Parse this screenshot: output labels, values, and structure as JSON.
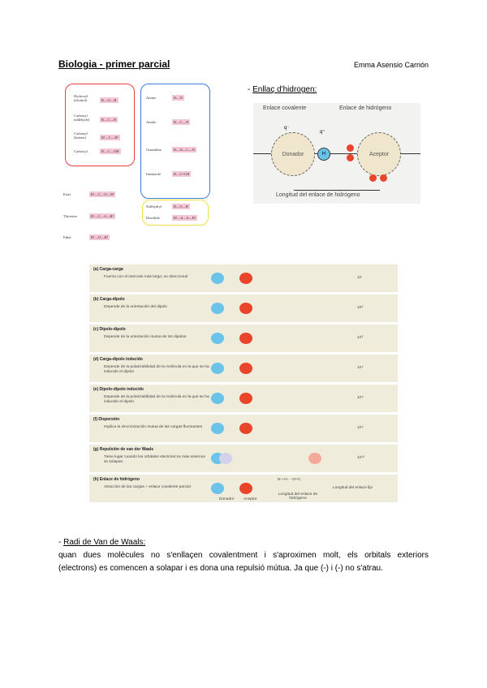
{
  "header": {
    "title": "Biologia - primer parcial",
    "author": "Emma Asensio Carrión"
  },
  "functional_groups": {
    "red": [
      {
        "name": "Hydroxyl (alcohol)",
        "formula": "R—O—H"
      },
      {
        "name": "Carbonyl (aldehyde)",
        "formula": "R—C—H"
      },
      {
        "name": "Carbonyl (ketone)",
        "formula": "R¹—C—R²"
      },
      {
        "name": "Carboxyl",
        "formula": "R—C—OH"
      }
    ],
    "blue": [
      {
        "name": "Amino",
        "formula": "R—N"
      },
      {
        "name": "Amido",
        "formula": "R—C—N"
      },
      {
        "name": "Guanidino",
        "formula": "R—N—C—N"
      },
      {
        "name": "Imidazole",
        "formula": "R—C=CH"
      }
    ],
    "yellow": [
      {
        "name": "Sulfhydryl",
        "formula": "R—S—H"
      },
      {
        "name": "Disulfide",
        "formula": "R¹—S—S—R²"
      }
    ],
    "other": [
      {
        "name": "Ester",
        "formula": "R¹—C—O—R²"
      },
      {
        "name": "Thioester",
        "formula": "R¹—C—S—R²"
      },
      {
        "name": "Ether",
        "formula": "R¹—O—R²"
      }
    ],
    "colors": {
      "red": "#e84040",
      "blue": "#3d7be0",
      "yellow": "#f0e040",
      "pink": "#f5c6d6"
    }
  },
  "hbond": {
    "heading": "Enllaç d'hidrogen:",
    "covalent": "Enlace covalente",
    "hydrogen": "Enlace de hidrógeno",
    "donor": "Donador",
    "acceptor": "Aceptor",
    "h": "H",
    "q_minus": "q⁻",
    "q_plus": "q⁺",
    "length": "Longitud del enlace de hidrógeno"
  },
  "interactions": [
    {
      "title": "(a) Carga-carga",
      "desc": "Fuerza con el intervalo más largo; no direccional",
      "law": "1/r"
    },
    {
      "title": "(b) Carga-dipolo",
      "desc": "Depende de la orientación del dipolo",
      "law": "1/r²"
    },
    {
      "title": "(c) Dipolo-dipolo",
      "desc": "Depende de la orientación mutua de los dipolos",
      "law": "1/r³"
    },
    {
      "title": "(d) Carga-dipolo inducido",
      "desc": "Depende de la polarizabilidad de la molécula en la que se ha inducido el dipolo",
      "law": "1/r⁴"
    },
    {
      "title": "(e) Dipolo-dipolo inducido",
      "desc": "Depende de la polarizabilidad de la molécula en la que se ha inducido el dipolo",
      "law": "1/r⁵"
    },
    {
      "title": "(f) Dispersión",
      "desc": "Implica la sincronización mutua de las cargas fluctuantes",
      "law": "1/r⁶"
    },
    {
      "title": "(g) Repulsión de van der Waals",
      "desc": "Tiene lugar cuando los orbitales electrónicos más externos se solapan",
      "law": "1/r¹²"
    },
    {
      "title": "(h) Enlace de hidrógeno",
      "desc": "Atracción de las cargas + enlace covalente parcial",
      "law": "Longitud del enlace fijo",
      "extra": {
        "donor": "Donador",
        "acceptor": "Aceptor",
        "length": "Longitud del enlace de hidrógeno",
        "chain": "N—H····O═C"
      }
    }
  ],
  "vdw": {
    "heading": "Radi de Van de Waals:",
    "line1": "quan dues molècules no s'enllaçen covalentment i s'aproximen molt, els orbitals exteriors",
    "line2": "(electrons) es comencen a solapar i es dona una repulsió mútua. Ja que (-) i (-) no s'atrau."
  }
}
